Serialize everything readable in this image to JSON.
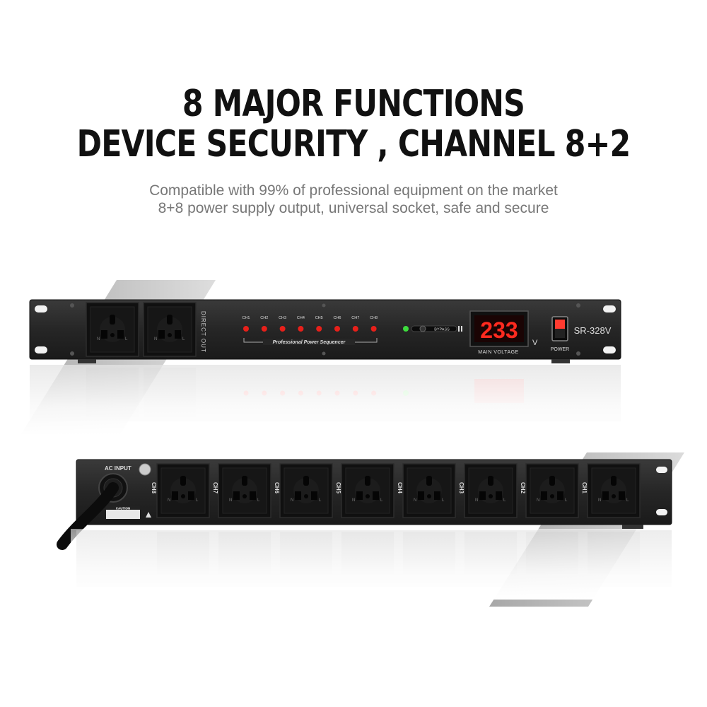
{
  "headline": {
    "line1": "8 MAJOR FUNCTIONS",
    "line2": "DEVICE SECURITY , CHANNEL 8+2"
  },
  "subtitle": {
    "line1": "Compatible with 99% of professional equipment on the market",
    "line2": "8+8 power supply output, universal socket, safe and secure"
  },
  "front_panel": {
    "direct_out_label": "DIRECT OUT",
    "channels": [
      "CH1",
      "CH2",
      "CH3",
      "CH4",
      "CH5",
      "CH6",
      "CH7",
      "CH8"
    ],
    "sequencer_label": "Professional Power Sequencer",
    "bypass_label": "BYPASS",
    "voltage_display": "233",
    "voltage_unit": "V",
    "main_voltage_label": "MAIN VOLTAGE",
    "model": "SR-328V",
    "power_label": "POWER",
    "led_color": "#e8201a",
    "display_color": "#ff2a1f",
    "bypass_led_color": "#3ddc3d"
  },
  "rear_panel": {
    "ac_input_label": "AC INPUT",
    "caution_label": "CAUTION",
    "channels": [
      "CH8",
      "CH7",
      "CH6",
      "CH5",
      "CH4",
      "CH3",
      "CH2",
      "CH1"
    ]
  }
}
